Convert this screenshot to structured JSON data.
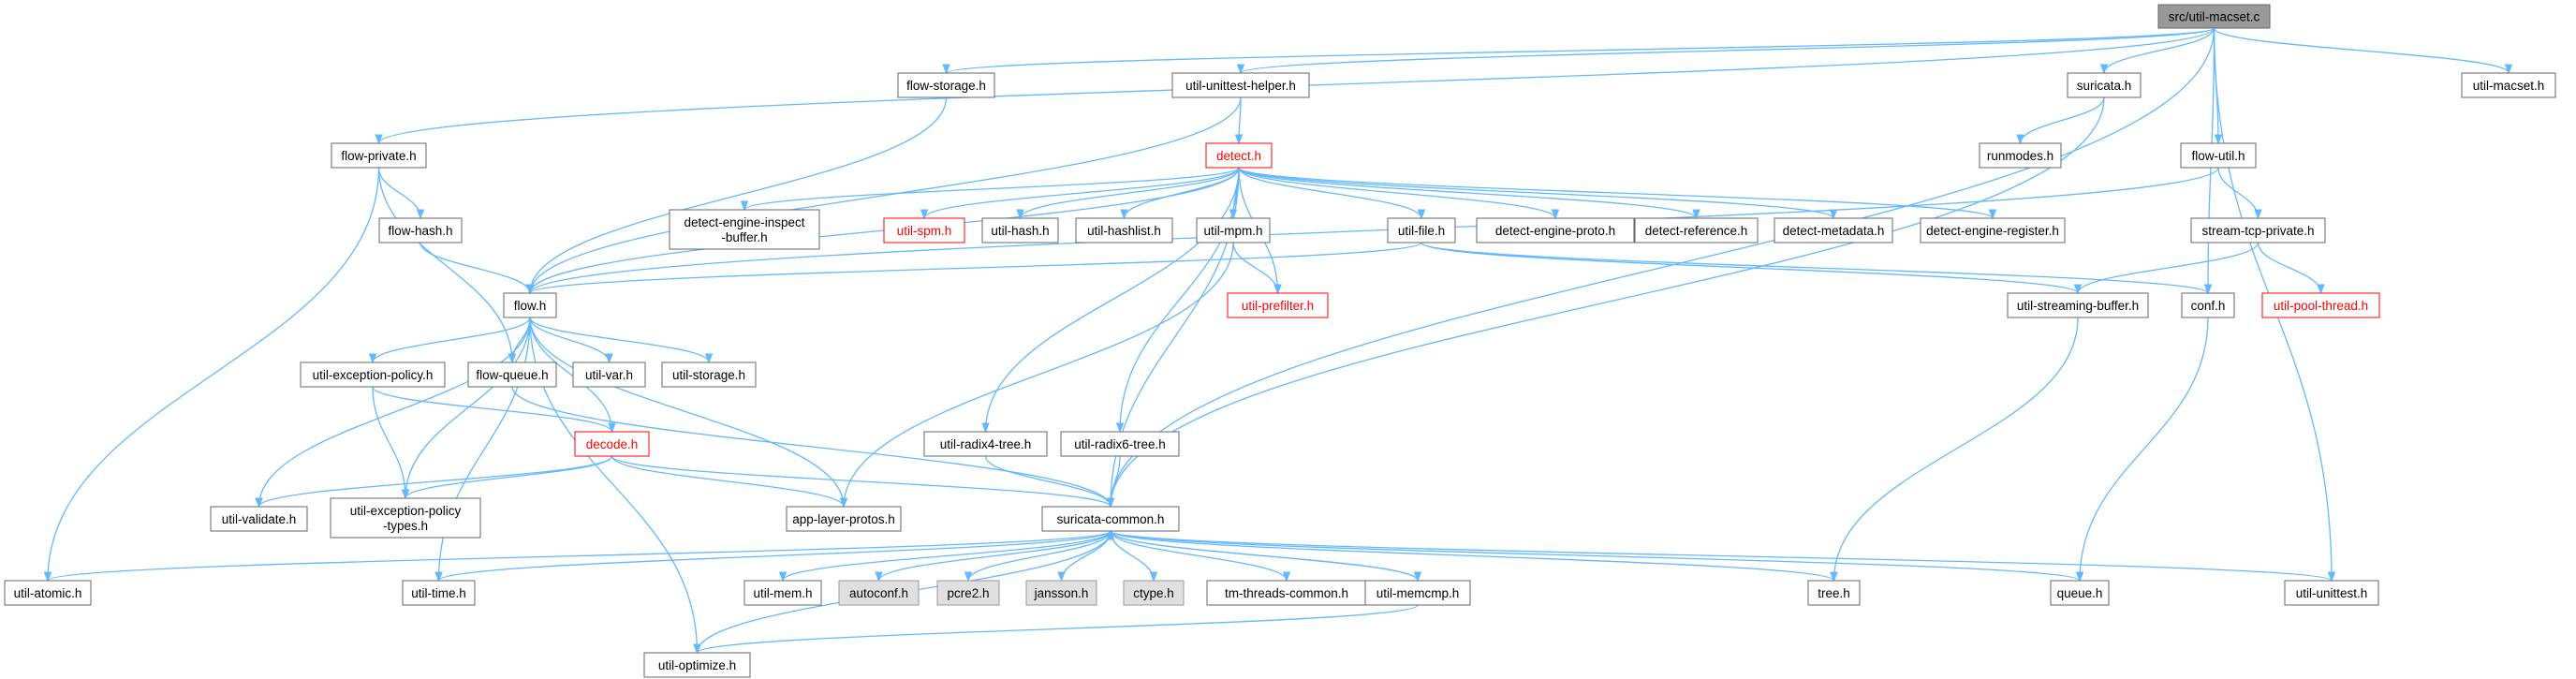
{
  "graph": {
    "root": "src/util-macset.c",
    "edge_color": "#63b8ff",
    "highlight_color": "#ff0000",
    "root_fill": "#999999",
    "external_fill": "#e0e0e0",
    "nodes": [
      {
        "id": "root",
        "label": [
          "src/util-macset.c"
        ],
        "style": "root"
      },
      {
        "id": "flow_storage",
        "label": [
          "flow-storage.h"
        ],
        "style": "normal"
      },
      {
        "id": "unittest_helper",
        "label": [
          "util-unittest-helper.h"
        ],
        "style": "normal"
      },
      {
        "id": "suricata_h",
        "label": [
          "suricata.h"
        ],
        "style": "normal"
      },
      {
        "id": "util_macset",
        "label": [
          "util-macset.h"
        ],
        "style": "normal"
      },
      {
        "id": "flow_private",
        "label": [
          "flow-private.h"
        ],
        "style": "normal"
      },
      {
        "id": "detect",
        "label": [
          "detect.h"
        ],
        "style": "highlight"
      },
      {
        "id": "runmodes",
        "label": [
          "runmodes.h"
        ],
        "style": "normal"
      },
      {
        "id": "flow_util",
        "label": [
          "flow-util.h"
        ],
        "style": "normal"
      },
      {
        "id": "flow_hash",
        "label": [
          "flow-hash.h"
        ],
        "style": "normal"
      },
      {
        "id": "dei_buffer",
        "label": [
          "detect-engine-inspect",
          "-buffer.h"
        ],
        "style": "normal"
      },
      {
        "id": "util_spm",
        "label": [
          "util-spm.h"
        ],
        "style": "highlight"
      },
      {
        "id": "util_hash",
        "label": [
          "util-hash.h"
        ],
        "style": "normal"
      },
      {
        "id": "util_hashlist",
        "label": [
          "util-hashlist.h"
        ],
        "style": "normal"
      },
      {
        "id": "util_mpm",
        "label": [
          "util-mpm.h"
        ],
        "style": "normal"
      },
      {
        "id": "util_file",
        "label": [
          "util-file.h"
        ],
        "style": "normal"
      },
      {
        "id": "de_proto",
        "label": [
          "detect-engine-proto.h"
        ],
        "style": "normal"
      },
      {
        "id": "detect_reference",
        "label": [
          "detect-reference.h"
        ],
        "style": "normal"
      },
      {
        "id": "detect_metadata",
        "label": [
          "detect-metadata.h"
        ],
        "style": "normal"
      },
      {
        "id": "de_register",
        "label": [
          "detect-engine-register.h"
        ],
        "style": "normal"
      },
      {
        "id": "stream_tcp_private",
        "label": [
          "stream-tcp-private.h"
        ],
        "style": "normal"
      },
      {
        "id": "flow_h",
        "label": [
          "flow.h"
        ],
        "style": "normal"
      },
      {
        "id": "util_prefilter",
        "label": [
          "util-prefilter.h"
        ],
        "style": "highlight"
      },
      {
        "id": "util_streaming_buffer",
        "label": [
          "util-streaming-buffer.h"
        ],
        "style": "normal"
      },
      {
        "id": "conf_h",
        "label": [
          "conf.h"
        ],
        "style": "normal"
      },
      {
        "id": "util_pool_thread",
        "label": [
          "util-pool-thread.h"
        ],
        "style": "highlight"
      },
      {
        "id": "util_exception_policy",
        "label": [
          "util-exception-policy.h"
        ],
        "style": "normal"
      },
      {
        "id": "flow_queue",
        "label": [
          "flow-queue.h"
        ],
        "style": "normal"
      },
      {
        "id": "util_var",
        "label": [
          "util-var.h"
        ],
        "style": "normal"
      },
      {
        "id": "util_storage",
        "label": [
          "util-storage.h"
        ],
        "style": "normal"
      },
      {
        "id": "decode",
        "label": [
          "decode.h"
        ],
        "style": "highlight"
      },
      {
        "id": "util_radix4",
        "label": [
          "util-radix4-tree.h"
        ],
        "style": "normal"
      },
      {
        "id": "util_radix6",
        "label": [
          "util-radix6-tree.h"
        ],
        "style": "normal"
      },
      {
        "id": "util_validate",
        "label": [
          "util-validate.h"
        ],
        "style": "normal"
      },
      {
        "id": "uep_types",
        "label": [
          "util-exception-policy",
          "-types.h"
        ],
        "style": "normal"
      },
      {
        "id": "app_layer_protos",
        "label": [
          "app-layer-protos.h"
        ],
        "style": "normal"
      },
      {
        "id": "suricata_common",
        "label": [
          "suricata-common.h"
        ],
        "style": "normal"
      },
      {
        "id": "util_atomic",
        "label": [
          "util-atomic.h"
        ],
        "style": "normal"
      },
      {
        "id": "util_time",
        "label": [
          "util-time.h"
        ],
        "style": "normal"
      },
      {
        "id": "util_mem",
        "label": [
          "util-mem.h"
        ],
        "style": "normal"
      },
      {
        "id": "autoconf",
        "label": [
          "autoconf.h"
        ],
        "style": "external"
      },
      {
        "id": "pcre2",
        "label": [
          "pcre2.h"
        ],
        "style": "external"
      },
      {
        "id": "jansson",
        "label": [
          "jansson.h"
        ],
        "style": "external"
      },
      {
        "id": "ctype",
        "label": [
          "ctype.h"
        ],
        "style": "external"
      },
      {
        "id": "tm_threads_common",
        "label": [
          "tm-threads-common.h"
        ],
        "style": "normal"
      },
      {
        "id": "util_memcmp",
        "label": [
          "util-memcmp.h"
        ],
        "style": "normal"
      },
      {
        "id": "tree_h",
        "label": [
          "tree.h"
        ],
        "style": "normal"
      },
      {
        "id": "queue_h",
        "label": [
          "queue.h"
        ],
        "style": "normal"
      },
      {
        "id": "util_unittest",
        "label": [
          "util-unittest.h"
        ],
        "style": "normal"
      },
      {
        "id": "util_optimize",
        "label": [
          "util-optimize.h"
        ],
        "style": "normal"
      }
    ],
    "edges": [
      [
        "root",
        "flow_storage"
      ],
      [
        "root",
        "unittest_helper"
      ],
      [
        "root",
        "suricata_h"
      ],
      [
        "root",
        "util_macset"
      ],
      [
        "root",
        "flow_private"
      ],
      [
        "root",
        "flow_util"
      ],
      [
        "root",
        "conf_h"
      ],
      [
        "root",
        "suricata_common"
      ],
      [
        "root",
        "util_unittest"
      ],
      [
        "flow_storage",
        "flow_h"
      ],
      [
        "unittest_helper",
        "detect"
      ],
      [
        "unittest_helper",
        "flow_h"
      ],
      [
        "suricata_h",
        "runmodes"
      ],
      [
        "suricata_h",
        "suricata_common"
      ],
      [
        "flow_private",
        "flow_hash"
      ],
      [
        "flow_private",
        "flow_queue"
      ],
      [
        "flow_private",
        "util_atomic"
      ],
      [
        "flow_hash",
        "flow_h"
      ],
      [
        "flow_util",
        "flow_h"
      ],
      [
        "flow_util",
        "stream_tcp_private"
      ],
      [
        "stream_tcp_private",
        "util_streaming_buffer"
      ],
      [
        "stream_tcp_private",
        "util_pool_thread"
      ],
      [
        "detect",
        "flow_h"
      ],
      [
        "detect",
        "dei_buffer"
      ],
      [
        "detect",
        "util_spm"
      ],
      [
        "detect",
        "util_hash"
      ],
      [
        "detect",
        "util_hashlist"
      ],
      [
        "detect",
        "util_mpm"
      ],
      [
        "detect",
        "util_prefilter"
      ],
      [
        "detect",
        "util_file"
      ],
      [
        "detect",
        "de_proto"
      ],
      [
        "detect",
        "detect_reference"
      ],
      [
        "detect",
        "detect_metadata"
      ],
      [
        "detect",
        "de_register"
      ],
      [
        "detect",
        "util_radix4"
      ],
      [
        "detect",
        "util_radix6"
      ],
      [
        "detect",
        "suricata_common"
      ],
      [
        "util_mpm",
        "util_prefilter"
      ],
      [
        "util_mpm",
        "app_layer_protos"
      ],
      [
        "util_file",
        "flow_h"
      ],
      [
        "util_file",
        "conf_h"
      ],
      [
        "util_file",
        "util_streaming_buffer"
      ],
      [
        "util_streaming_buffer",
        "tree_h"
      ],
      [
        "conf_h",
        "queue_h"
      ],
      [
        "flow_h",
        "util_exception_policy"
      ],
      [
        "flow_h",
        "flow_queue"
      ],
      [
        "flow_h",
        "util_var"
      ],
      [
        "flow_h",
        "util_storage"
      ],
      [
        "flow_h",
        "decode"
      ],
      [
        "flow_h",
        "app_layer_protos"
      ],
      [
        "flow_h",
        "util_validate"
      ],
      [
        "flow_h",
        "uep_types"
      ],
      [
        "flow_h",
        "util_time"
      ],
      [
        "flow_h",
        "util_optimize"
      ],
      [
        "util_exception_policy",
        "decode"
      ],
      [
        "util_exception_policy",
        "uep_types"
      ],
      [
        "flow_queue",
        "suricata_common"
      ],
      [
        "decode",
        "util_validate"
      ],
      [
        "decode",
        "uep_types"
      ],
      [
        "decode",
        "app_layer_protos"
      ],
      [
        "decode",
        "suricata_common"
      ],
      [
        "util_radix4",
        "suricata_common"
      ],
      [
        "util_radix6",
        "suricata_common"
      ],
      [
        "suricata_common",
        "util_atomic"
      ],
      [
        "suricata_common",
        "util_time"
      ],
      [
        "suricata_common",
        "util_optimize"
      ],
      [
        "suricata_common",
        "util_mem"
      ],
      [
        "suricata_common",
        "autoconf"
      ],
      [
        "suricata_common",
        "pcre2"
      ],
      [
        "suricata_common",
        "jansson"
      ],
      [
        "suricata_common",
        "ctype"
      ],
      [
        "suricata_common",
        "tm_threads_common"
      ],
      [
        "suricata_common",
        "util_memcmp"
      ],
      [
        "suricata_common",
        "tree_h"
      ],
      [
        "suricata_common",
        "queue_h"
      ],
      [
        "suricata_common",
        "util_unittest"
      ],
      [
        "util_memcmp",
        "suricata_common"
      ],
      [
        "util_memcmp",
        "util_optimize"
      ]
    ]
  }
}
